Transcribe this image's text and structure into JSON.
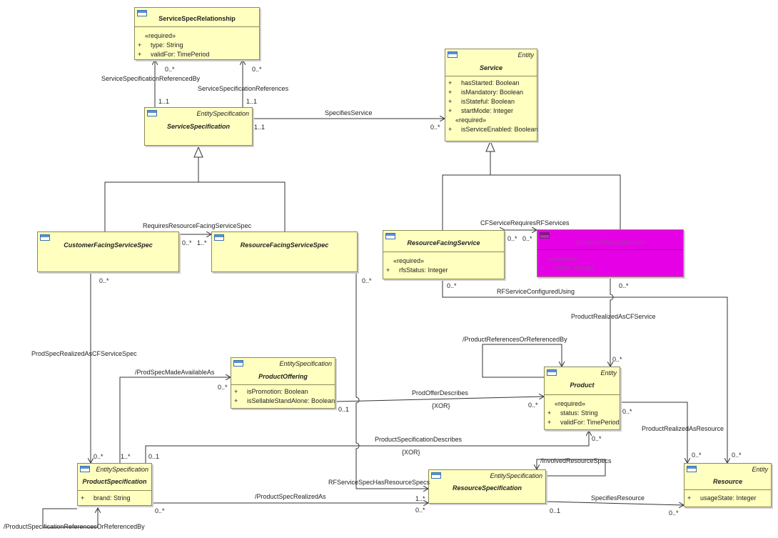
{
  "classes": {
    "service_spec_relationship": {
      "name": "ServiceSpecRelationship",
      "stereo": "",
      "required": "«required»",
      "attrs": [
        {
          "vis": "+",
          "text": "type: String"
        },
        {
          "vis": "+",
          "text": "validFor: TimePeriod"
        }
      ]
    },
    "service": {
      "name": "Service",
      "stereo": "Entity",
      "attrs": [
        {
          "vis": "+",
          "text": "hasStarted: Boolean"
        },
        {
          "vis": "+",
          "text": "isMandatory: Boolean"
        },
        {
          "vis": "+",
          "text": "isStateful: Boolean"
        },
        {
          "vis": "+",
          "text": "startMode: Integer"
        }
      ],
      "required": "«required»",
      "attrs2": [
        {
          "vis": "+",
          "text": "isServiceEnabled: Boolean"
        }
      ]
    },
    "service_specification": {
      "name": "ServiceSpecification",
      "stereo": "EntitySpecification"
    },
    "customer_facing_service_spec": {
      "name": "CustomerFacingServiceSpec"
    },
    "resource_facing_service_spec": {
      "name": "ResourceFacingServiceSpec"
    },
    "resource_facing_service": {
      "name": "ResourceFacingService",
      "required": "«required»",
      "attrs": [
        {
          "vis": "+",
          "text": "rfsStatus: Integer"
        }
      ]
    },
    "customer_facing_service": {
      "name": "CustomerFacingService",
      "required": "«required»",
      "attrs": [
        {
          "vis": "+",
          "text": "status: Integer"
        }
      ]
    },
    "product_offering": {
      "name": "ProductOffering",
      "stereo": "EntitySpecification",
      "attrs": [
        {
          "vis": "+",
          "text": "isPromotion: Boolean"
        },
        {
          "vis": "+",
          "text": "isSellableStandAlone: Boolean"
        }
      ]
    },
    "product": {
      "name": "Product",
      "stereo": "Entity",
      "required": "«required»",
      "attrs": [
        {
          "vis": "+",
          "text": "status: String"
        },
        {
          "vis": "+",
          "text": "validFor: TimePeriod"
        }
      ]
    },
    "product_specification": {
      "name": "ProductSpecification",
      "stereo": "EntitySpecification",
      "attrs": [
        {
          "vis": "+",
          "text": "brand: String"
        }
      ]
    },
    "resource_specification": {
      "name": "ResourceSpecification",
      "stereo": "EntitySpecification"
    },
    "resource": {
      "name": "Resource",
      "stereo": "Entity",
      "attrs": [
        {
          "vis": "+",
          "text": "usageState: Integer"
        }
      ]
    }
  },
  "labels": {
    "ssr_referenced_by": "ServiceSpecificationReferencedBy",
    "ssr_references": "ServiceSpecificationReferences",
    "specifies_service": "SpecifiesService",
    "requires_rfss": "RequiresResourceFacingServiceSpec",
    "cfs_requires_rfs": "CFServiceRequiresRFServices",
    "rfs_configured_using": "RFServiceConfiguredUsing",
    "product_realized_as_cfs": "ProductRealizedAsCFService",
    "product_refs": "/ProductReferencesOrReferencedBy",
    "prodspec_realized_cfss": "ProdSpecRealizedAsCFServiceSpec",
    "prodspec_made_available": "/ProdSpecMadeAvailableAs",
    "prod_offer_describes": "ProdOfferDescribes",
    "xor1": "{XOR}",
    "product_spec_describes": "ProductSpecificationDescribes",
    "xor2": "{XOR}",
    "product_realized_as_resource": "ProductRealizedAsResource",
    "involved_resource_specs": "/InvolvedResourceSpecs",
    "rfss_has_resource_specs": "RFServiceSpecHasResourceSpecs",
    "product_spec_realized_as": "/ProductSpecRealizedAs",
    "specifies_resource": "SpecifiesResource",
    "prodspec_refs": "/ProductSpecificationReferencesOrReferencedBy"
  },
  "mult": {
    "m1": "0..*",
    "m2": "0..*",
    "m3": "1..1",
    "m4": "1..1",
    "m5": "1..1",
    "m6": "0..*",
    "m7": "0..*",
    "m8": "1..*",
    "m9": "0..*",
    "m10": "0..*",
    "m11": "0..*",
    "m12": "0..*",
    "m13": "0..*",
    "m14": "0..*",
    "m15": "0..*",
    "m16": "0..1",
    "m17": "0..*",
    "m18": "0..*",
    "m19": "0..*",
    "m20": "1..*",
    "m21": "0..1",
    "m22": "0..*",
    "m23": "0..*",
    "m24": "0..*",
    "m25": "1..*",
    "m26": "0..*",
    "m27": "0..1",
    "m28": "0..*",
    "m29": "0..*"
  }
}
